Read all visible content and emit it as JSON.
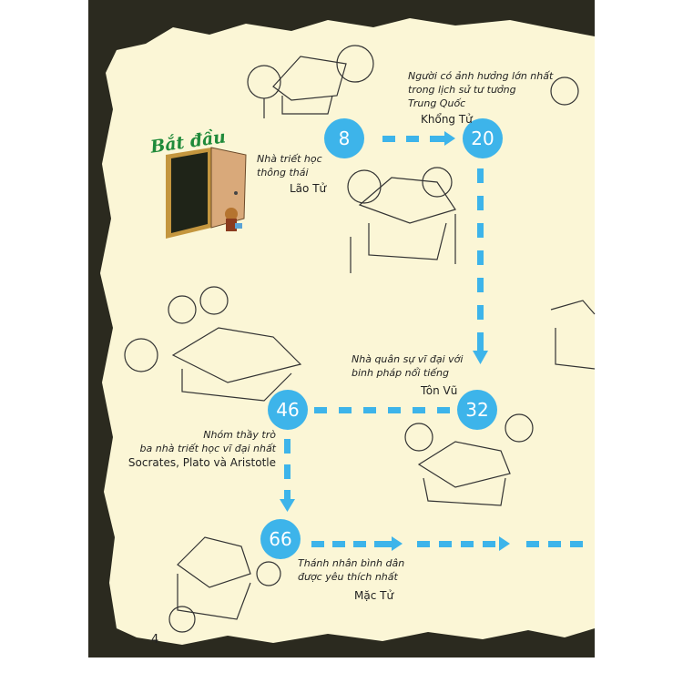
{
  "start_label": "Bắt đầu",
  "page_number": "4",
  "colors": {
    "frame": "#2b2a1f",
    "parchment": "#fbf6d6",
    "path": "#3db4ea",
    "start": "#1f8a3a"
  },
  "stops": [
    {
      "number": "8",
      "caption_lines": [
        "Nhà triết học",
        "thông thái"
      ],
      "name": "Lão Tử"
    },
    {
      "number": "20",
      "caption_lines": [
        "Người có ảnh hưởng lớn nhất",
        "trong lịch sử tư tưởng",
        "Trung Quốc"
      ],
      "name": "Khổng Tử"
    },
    {
      "number": "32",
      "caption_lines": [
        "Nhà quân sự vĩ đại với",
        "binh pháp nổi tiếng"
      ],
      "name": "Tôn Vũ"
    },
    {
      "number": "46",
      "caption_lines": [
        "Nhóm thầy trò",
        "ba nhà triết học vĩ đại nhất"
      ],
      "name": "Socrates, Plato và Aristotle"
    },
    {
      "number": "66",
      "caption_lines": [
        "Thánh nhân bình dân",
        "được yêu thích nhất"
      ],
      "name": "Mặc Tử"
    }
  ]
}
